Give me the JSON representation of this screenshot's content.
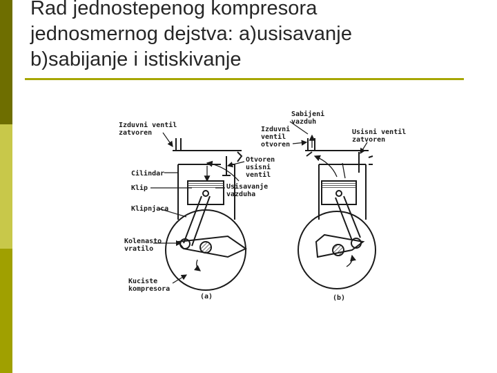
{
  "slide": {
    "title_lines": [
      "Rad jednostepenog kompresora",
      "jednosmernog dejstva: a)usisavanje",
      "b)sabijanje i istiskivanje"
    ],
    "accent_color": "#a6a600",
    "sidebar_colors": [
      "#6e6e00",
      "#c8c84a",
      "#a0a000"
    ]
  },
  "diagram": {
    "left_labels": {
      "exhaust_valve_closed": [
        "Izduvni ventil",
        "zatvoren"
      ],
      "cylinder": "Cilindar",
      "piston": "Klip",
      "connecting_rod": "Klipnjaca",
      "crankshaft": [
        "Kolenasto",
        "vratilo"
      ],
      "housing": [
        "Kuciste",
        "kompresora"
      ],
      "intake_valve_open": [
        "Otvoren",
        "usisni",
        "ventil"
      ],
      "air_intake": [
        "Usisavanje",
        "vazduha"
      ]
    },
    "right_labels": {
      "compressed_air": [
        "Sabijeni",
        "vazduh"
      ],
      "exhaust_valve_open": [
        "Izduvni",
        "ventil",
        "otvoren"
      ],
      "intake_valve_closed": [
        "Usisni ventil",
        "zatvoren"
      ]
    },
    "captions": {
      "a": "(a)",
      "b": "(b)"
    }
  }
}
